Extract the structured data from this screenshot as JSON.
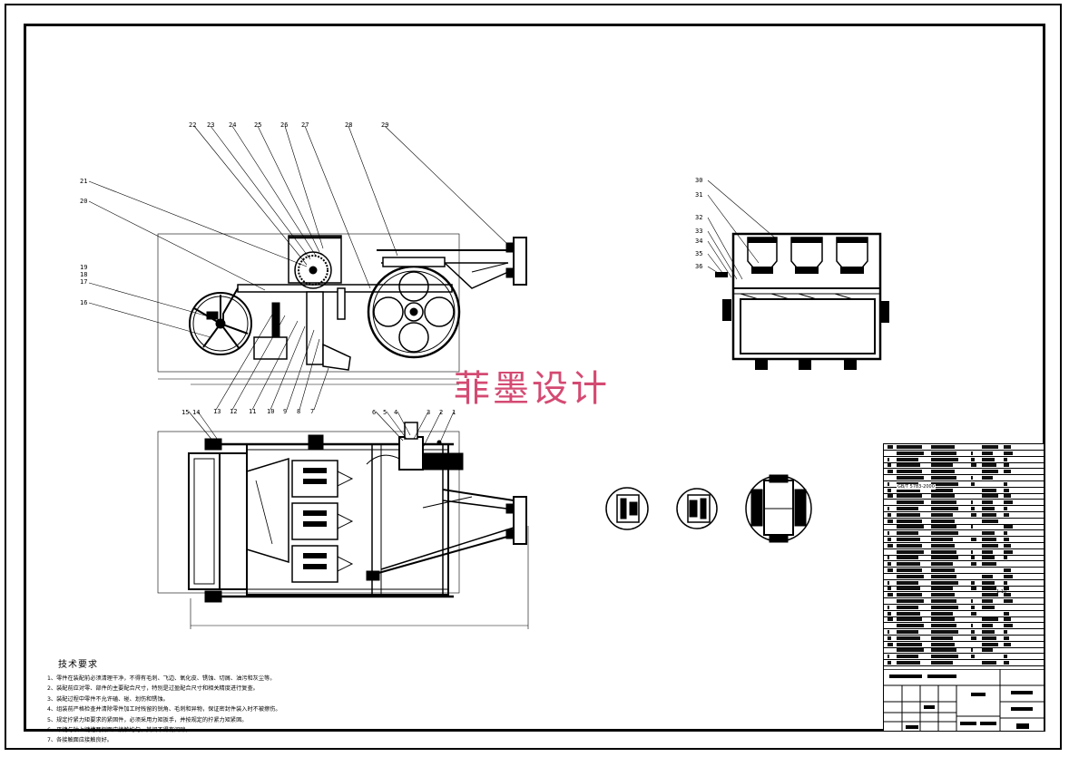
{
  "drawing": {
    "watermark": "菲墨设计",
    "technical_notes": {
      "title": "技术要求",
      "lines": [
        "1、零件在装配前必须清理干净，不得有毛刺、飞边、氧化皮、锈蚀、切屑、油污和灰尘等。",
        "2、装配前应对零、部件的主要配合尺寸，特别是过盈配合尺寸和相关精度进行复查。",
        "3、装配过程中零件不允许磕、碰、划伤和锈蚀。",
        "4、组装前严格检查并清除零件加工时残留的锐角、毛刺和异物，保证密封件装入时不被擦伤。",
        "5、规定拧紧力矩要求的紧固件，必须采用力矩扳手，并按规定的拧紧力矩紧固。",
        "6、平键与轴上键槽两侧面应接触均匀，其间不得有间隙。",
        "7、各接触面应接触良好。"
      ]
    },
    "callouts_side_top": [
      "22",
      "23",
      "24",
      "25",
      "26",
      "27",
      "28",
      "29"
    ],
    "callouts_side_left": [
      "21",
      "20",
      "19",
      "18",
      "17",
      "16"
    ],
    "callouts_side_bottom": [
      "13",
      "12",
      "11",
      "10",
      "9",
      "8",
      "7"
    ],
    "callouts_plan_left": [
      "15",
      "14"
    ],
    "callouts_plan_right": [
      "6",
      "5",
      "4",
      "3",
      "2",
      "1"
    ],
    "callouts_end_view": [
      "30",
      "31",
      "32",
      "33",
      "34",
      "35",
      "36"
    ],
    "title_block": {
      "scale_hint": "1:10",
      "bom_marker": "GB/T 5783-2000"
    }
  }
}
